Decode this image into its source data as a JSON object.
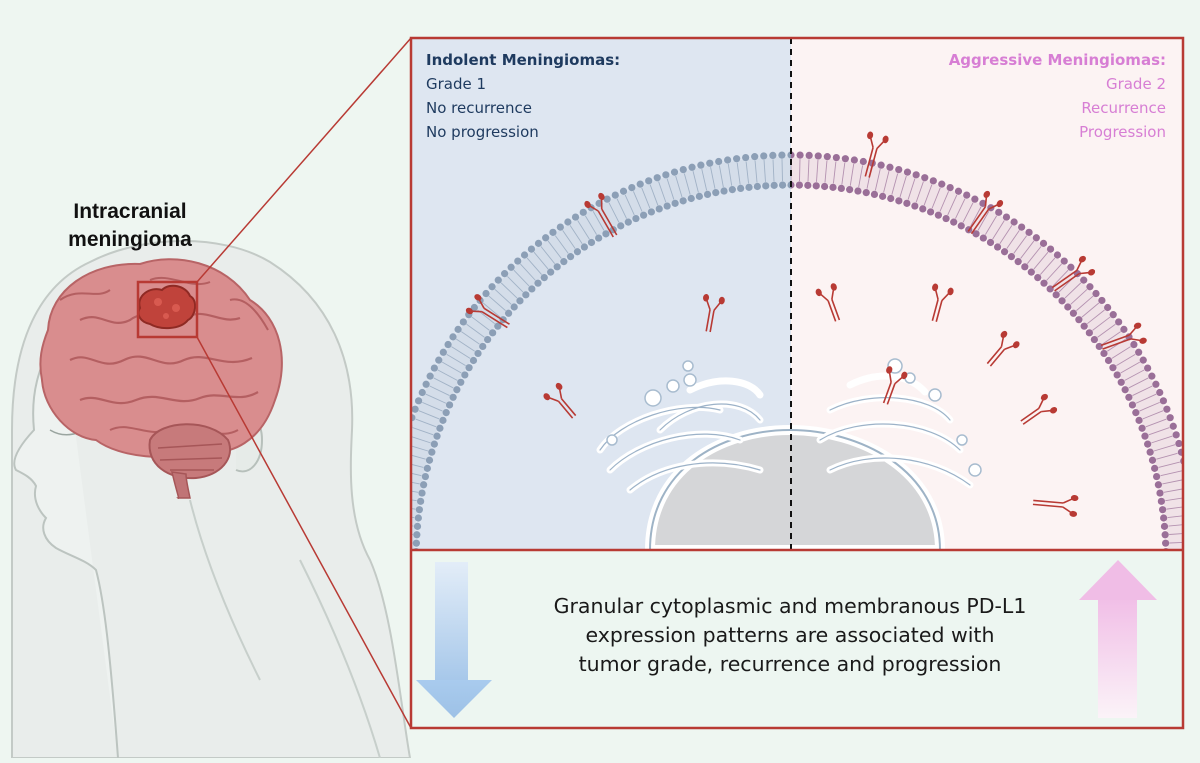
{
  "left_label": {
    "line1": "Intracranial",
    "line2": "meningioma"
  },
  "indolent": {
    "heading": "Indolent Meningiomas:",
    "lines": [
      "Grade 1",
      "No recurrence",
      "No progression"
    ]
  },
  "aggressive": {
    "heading": "Aggressive Meningiomas:",
    "lines": [
      "Grade 2",
      "Recurrence",
      "Progression"
    ]
  },
  "caption": [
    "Granular cytoplasmic and membranous PD-L1",
    "expression patterns are associated with",
    "tumor grade, recurrence and progression"
  ],
  "colors": {
    "frame": "#b83a34",
    "indolent_text": "#1e3a5f",
    "aggressive_text": "#d77ed4",
    "indolent_membrane": "#8c9fb6",
    "aggressive_membrane": "#9a6f98",
    "pd_l1": "#b83a34"
  }
}
